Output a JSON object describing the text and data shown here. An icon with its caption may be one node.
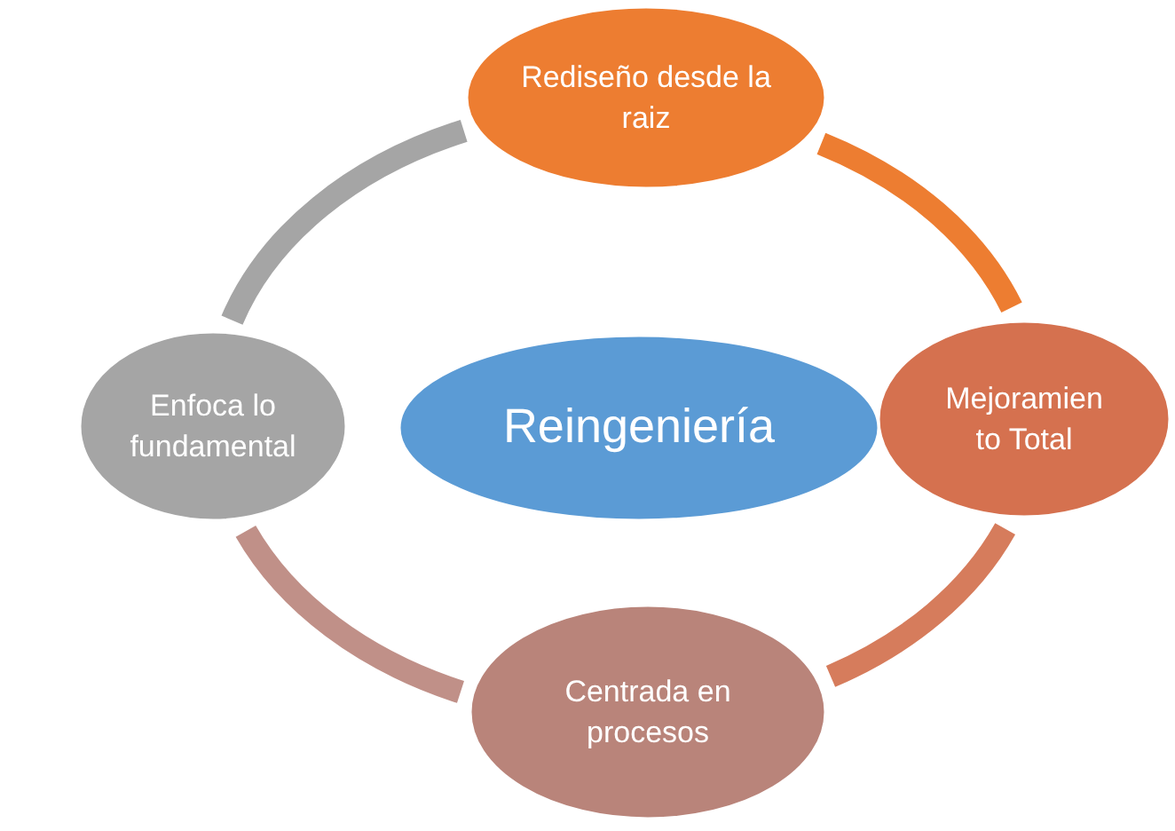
{
  "diagram": {
    "nodes": [
      {
        "text": [
          "Rediseño desde la raiz"
        ]
      },
      {
        "text": [
          "Enfoca lo fundamental"
        ]
      },
      {
        "text": [
          "Reingeniería"
        ]
      },
      {
        "text": [
          "Mejoramien to Total"
        ]
      },
      {
        "text": [
          "Centrada en procesos"
        ]
      }
    ],
    "edges": [
      {
        "from": 0,
        "to": 3,
        "arrow": "none",
        "color": "#ed7d31"
      },
      {
        "from": 3,
        "to": 4,
        "arrow": "none",
        "color": "#d67c5c"
      },
      {
        "from": 4,
        "to": 1,
        "arrow": "none",
        "color": "#c09088"
      },
      {
        "from": 1,
        "to": 0,
        "arrow": "none",
        "color": "#a5a5a5"
      }
    ]
  }
}
